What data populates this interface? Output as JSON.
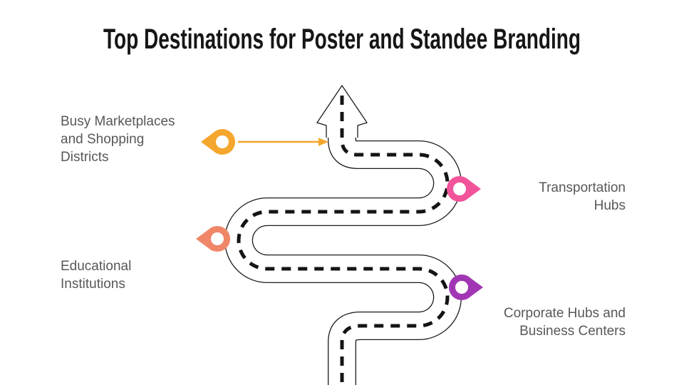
{
  "title": "Top Destinations for Poster and Standee Branding",
  "background_color": "#ffffff",
  "text_color": "#57585a",
  "road": {
    "outline_color": "#1b1b1b",
    "surface_color": "#ffffff",
    "dash_color": "#141414",
    "direction_icon": "arrow-up"
  },
  "connector": {
    "color": "#F5A62C",
    "icon": "arrow-right"
  },
  "items": [
    {
      "id": "marketplaces",
      "label": "Busy Marketplaces and Shopping Districts",
      "pin_color": "#F5A62C",
      "icon": "map-pin",
      "side": "left"
    },
    {
      "id": "transportation",
      "label": "Transportation Hubs",
      "pin_color": "#F2539B",
      "icon": "map-pin",
      "side": "right"
    },
    {
      "id": "education",
      "label": "Educational Institutions",
      "pin_color": "#F08668",
      "icon": "map-pin",
      "side": "left"
    },
    {
      "id": "corporate",
      "label": "Corporate Hubs and Business Centers",
      "pin_color": "#A136B4",
      "icon": "map-pin",
      "side": "right"
    }
  ]
}
